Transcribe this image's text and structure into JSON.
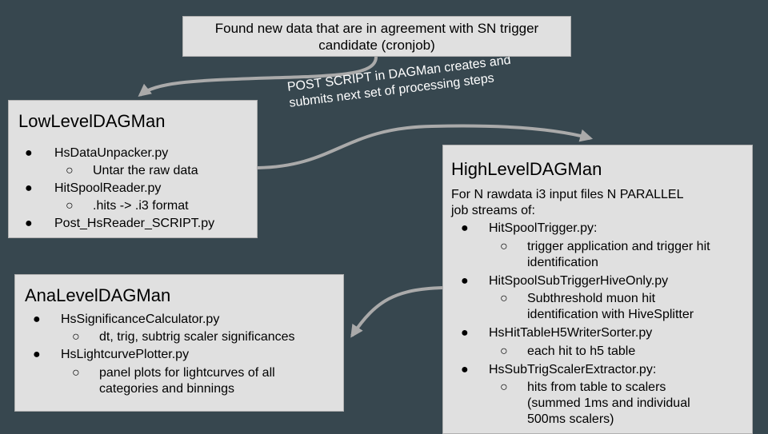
{
  "trigger": {
    "line1": "Found new data that are in agreement with SN trigger",
    "line2": "candidate (cronjob)"
  },
  "post_script": {
    "line1": "POST SCRIPT in DAGMan creates and",
    "line2": "submits next set of processing steps"
  },
  "low": {
    "title": "LowLevelDAGMan",
    "items": [
      {
        "label": "HsDataUnpacker.py",
        "sub": "Untar the raw data"
      },
      {
        "label": "HitSpoolReader.py",
        "sub": ".hits -> .i3 format"
      },
      {
        "label": "Post_HsReader_SCRIPT.py"
      }
    ]
  },
  "high": {
    "title": "HighLevelDAGMan",
    "intro1": "For N rawdata i3 input files  N  PARALLEL",
    "intro2": "job streams of:",
    "items": [
      {
        "label": "HitSpoolTrigger.py:",
        "sub": [
          "trigger application and trigger hit",
          "identification"
        ]
      },
      {
        "label": "HitSpoolSubTriggerHiveOnly.py",
        "sub": [
          "Subthreshold muon hit",
          "identification with HiveSplitter"
        ]
      },
      {
        "label": "HsHitTableH5WriterSorter.py",
        "sub": [
          "each hit to h5 table"
        ]
      },
      {
        "label": "HsSubTrigScalerExtractor.py:",
        "sub": [
          "hits from table to scalers",
          "(summed 1ms and individual",
          "500ms scalers)"
        ]
      }
    ]
  },
  "ana": {
    "title": "AnaLevelDAGMan",
    "items": [
      {
        "label": "HsSignificanceCalculator.py",
        "sub": [
          "dt, trig, subtrig scaler significances"
        ]
      },
      {
        "label": "HsLightcurvePlotter.py",
        "sub": [
          "panel plots for lightcurves of all",
          "categories and binnings"
        ]
      }
    ]
  },
  "symbols": {
    "bullet": "●",
    "sub_bullet": "○"
  },
  "colors": {
    "background": "#37474f",
    "box": "#e0e0e0",
    "arrow": "#aaaaaa",
    "label": "#ffffff"
  }
}
